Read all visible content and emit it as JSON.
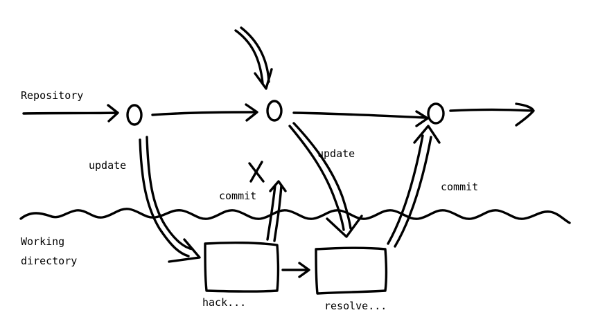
{
  "labels": {
    "repository": "Repository",
    "working_line1": "Working",
    "working_line2": "directory",
    "update_left": "update",
    "update_mid": "update",
    "commit_fail": "commit",
    "commit_right": "commit",
    "hack": "hack...",
    "resolve": "resolve..."
  },
  "symbols": {
    "node": "O",
    "rejected": "X"
  }
}
